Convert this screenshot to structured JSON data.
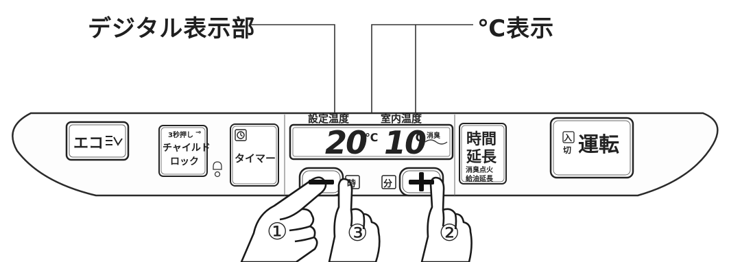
{
  "labels": {
    "digital_display": "デジタル表示部",
    "celsius_display": "℃表示"
  },
  "panel": {
    "set_temp_label": "設定温度",
    "room_temp_label": "室内温度",
    "set_temp_value": "20",
    "room_temp_value": "10",
    "unit": "℃",
    "deodorize_label": "消臭"
  },
  "buttons": {
    "eco": "エコ",
    "child_lock_top": "3秒押し",
    "child_lock_line1": "チャイルド",
    "child_lock_line2": "ロック",
    "timer": "タイマー",
    "minus": "−",
    "hour": "時",
    "minute": "分",
    "plus": "+",
    "extend_line1": "時間",
    "extend_line2": "延長",
    "extend_sub1": "消臭点火",
    "extend_sub2": "給油延長",
    "run_on": "入",
    "run_off": "切",
    "run": "運転"
  },
  "steps": {
    "step1": "①",
    "step2": "②",
    "step3": "③"
  }
}
